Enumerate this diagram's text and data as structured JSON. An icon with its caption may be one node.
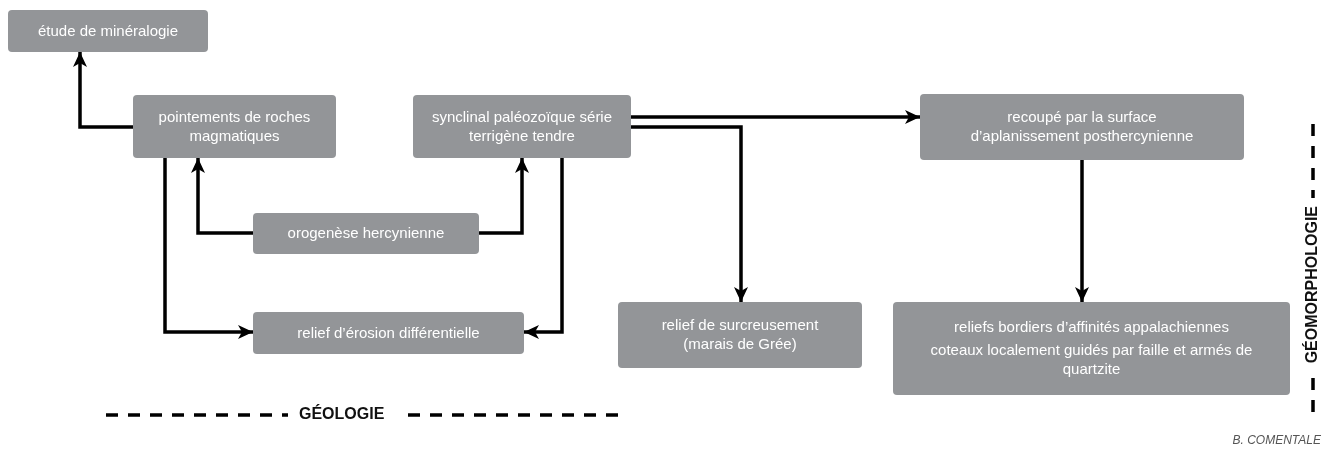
{
  "diagram": {
    "nodes": [
      {
        "text": [
          "étude de minéralogie"
        ]
      },
      {
        "text": [
          "pointements de roches magmatiques"
        ]
      },
      {
        "text": [
          "synclinal paléozoïque série terrigène tendre"
        ]
      },
      {
        "text": [
          "recoupé par la surface d’aplanissement posthercynienne"
        ]
      },
      {
        "text": [
          "orogenèse hercynienne"
        ]
      },
      {
        "text": [
          "relief d’érosion différentielle"
        ]
      },
      {
        "text": [
          "relief de surcreusement (marais de Grée)"
        ]
      },
      {
        "text": [
          "reliefs bordiers d’affinités appalachiennes",
          "coteaux localement guidés par faille et armés de quartzite"
        ]
      }
    ],
    "edges": [
      {
        "from": 1,
        "to": 0,
        "arrow": "to"
      },
      {
        "from": 4,
        "to": 1,
        "arrow": "to"
      },
      {
        "from": 4,
        "to": 2,
        "arrow": "to"
      },
      {
        "from": 1,
        "to": 5,
        "arrow": "to"
      },
      {
        "from": 2,
        "to": 5,
        "arrow": "to"
      },
      {
        "from": 2,
        "to": 3,
        "arrow": "to"
      },
      {
        "from": 2,
        "to": 6,
        "arrow": "to"
      },
      {
        "from": 3,
        "to": 7,
        "arrow": "to"
      }
    ],
    "labels": [
      "GÉOLOGIE",
      "GÉOMORPHOLOGIE",
      "B. COMENTALE"
    ]
  }
}
